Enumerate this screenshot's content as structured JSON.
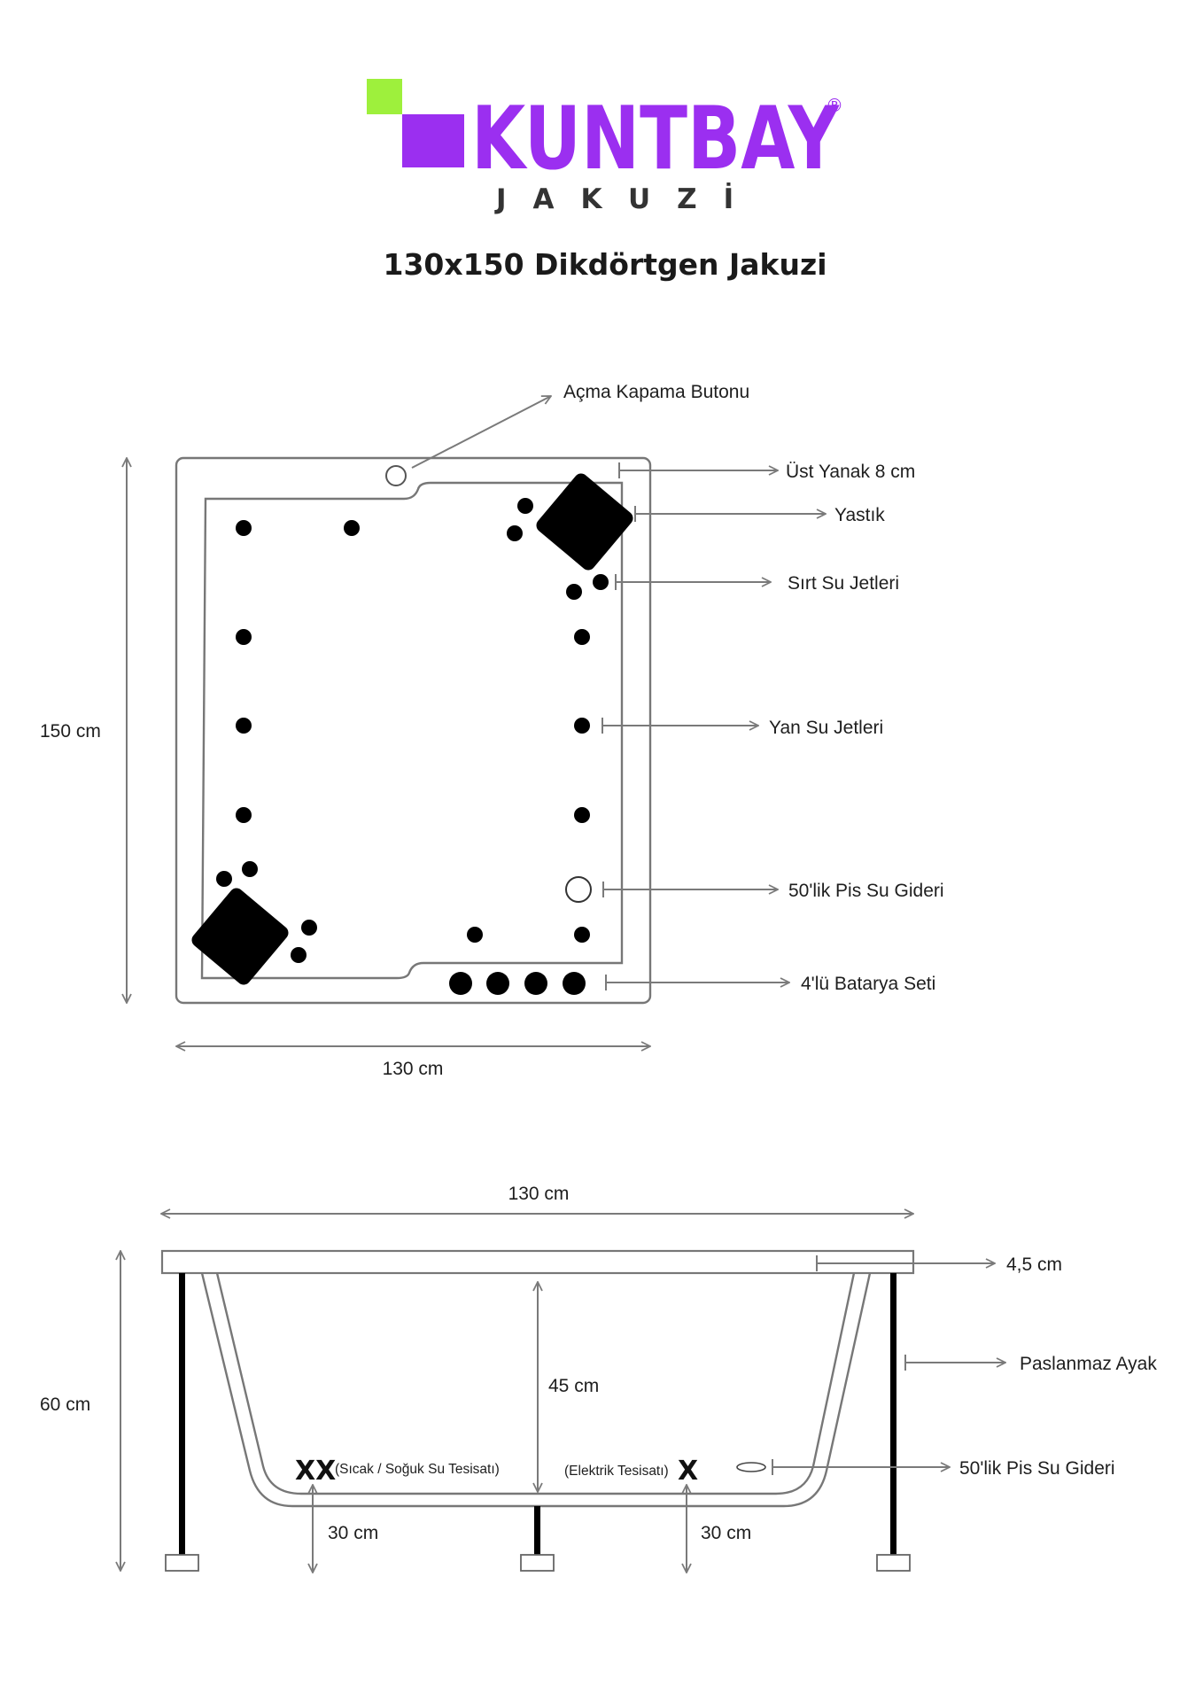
{
  "brand": {
    "name": "KUNTBAY",
    "registered": "®",
    "subtitle": "JAKUZİ",
    "colors": {
      "purple": "#9b2ff0",
      "green": "#9ef03c"
    }
  },
  "title": "130x150 Dikdörtgen Jakuzi",
  "top_view": {
    "labels": {
      "power_button": "Açma Kapama Butonu",
      "top_rim": "Üst Yanak 8 cm",
      "pillow": "Yastık",
      "back_jets": "Sırt Su Jetleri",
      "side_jets": "Yan Su Jetleri",
      "drain": "50'lik Pis Su Gideri",
      "battery_set": "4'lü Batarya Seti"
    },
    "dim_height": "150 cm",
    "dim_width": "130 cm"
  },
  "side_view": {
    "dim_width": "130 cm",
    "dim_height": "60 cm",
    "labels": {
      "rim": "4,5 cm",
      "leg": "Paslanmaz Ayak",
      "depth": "45 cm",
      "drain": "50'lik Pis Su Gideri",
      "water_mark": "XX",
      "water_text": "(Sıcak / Soğuk Su Tesisatı)",
      "elec_text": "(Elektrik Tesisatı)",
      "elec_mark": "X",
      "water_height": "30 cm",
      "elec_height": "30 cm"
    }
  }
}
